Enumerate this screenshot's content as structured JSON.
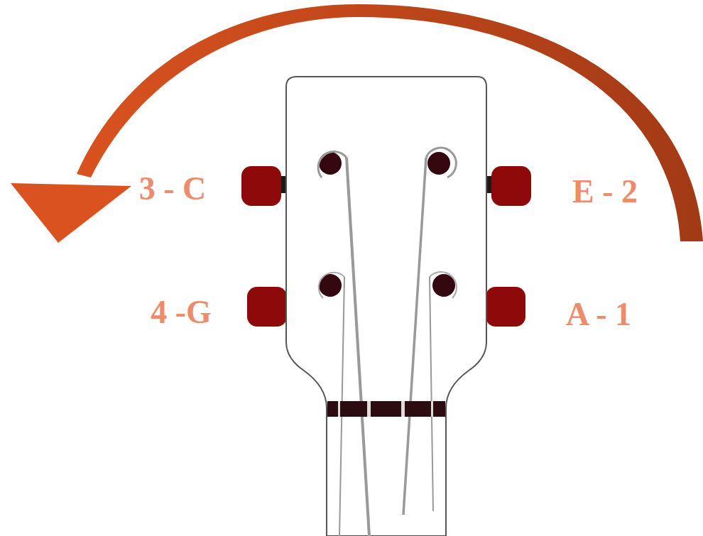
{
  "diagram": {
    "labels": [
      "3 - C",
      "E - 2",
      "4 -G",
      "A - 1"
    ]
  }
}
